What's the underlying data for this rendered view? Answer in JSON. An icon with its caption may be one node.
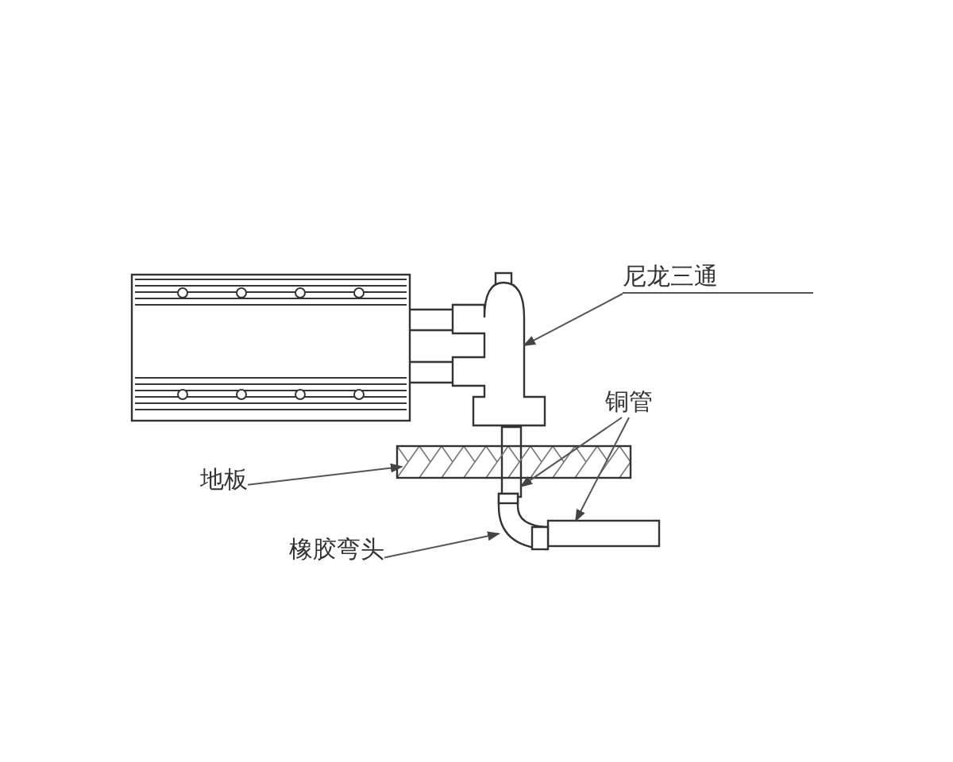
{
  "diagram": {
    "nodes": [
      {
        "text": [
          "尼龙三通"
        ]
      },
      {
        "text": [],
        "shape": "picture"
      },
      {
        "text": [
          "铜管"
        ]
      },
      {
        "text": [],
        "shape": "bar"
      },
      {
        "text": [],
        "shape": "bar"
      },
      {
        "text": [
          "地板"
        ]
      },
      {
        "text": [],
        "shape": "box"
      },
      {
        "text": [
          "橡胶弯头"
        ]
      },
      {
        "text": [],
        "shape": "picture"
      }
    ],
    "edges": [
      {
        "from": 0,
        "to": 1,
        "arrow": "to"
      },
      {
        "from": 2,
        "to": 3,
        "arrow": "to"
      },
      {
        "from": 2,
        "to": 4,
        "arrow": "to"
      },
      {
        "from": 5,
        "to": 6,
        "arrow": "to"
      },
      {
        "from": 7,
        "to": 8,
        "arrow": "to"
      }
    ]
  }
}
